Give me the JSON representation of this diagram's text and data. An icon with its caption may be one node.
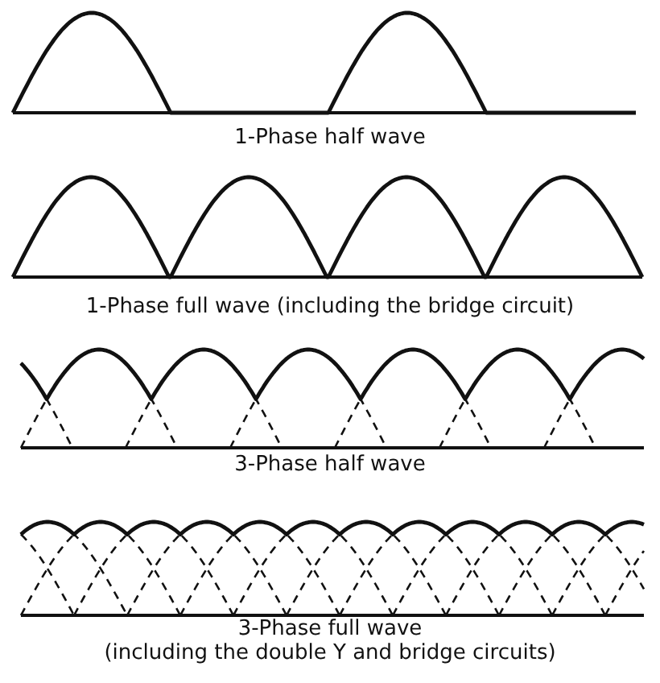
{
  "diagram": {
    "labels": [
      "1-Phase half wave",
      "1-Phase full wave (including the bridge circuit)",
      "3-Phase half wave",
      "3-Phase full wave",
      "(including the double Y and bridge circuits)"
    ]
  }
}
